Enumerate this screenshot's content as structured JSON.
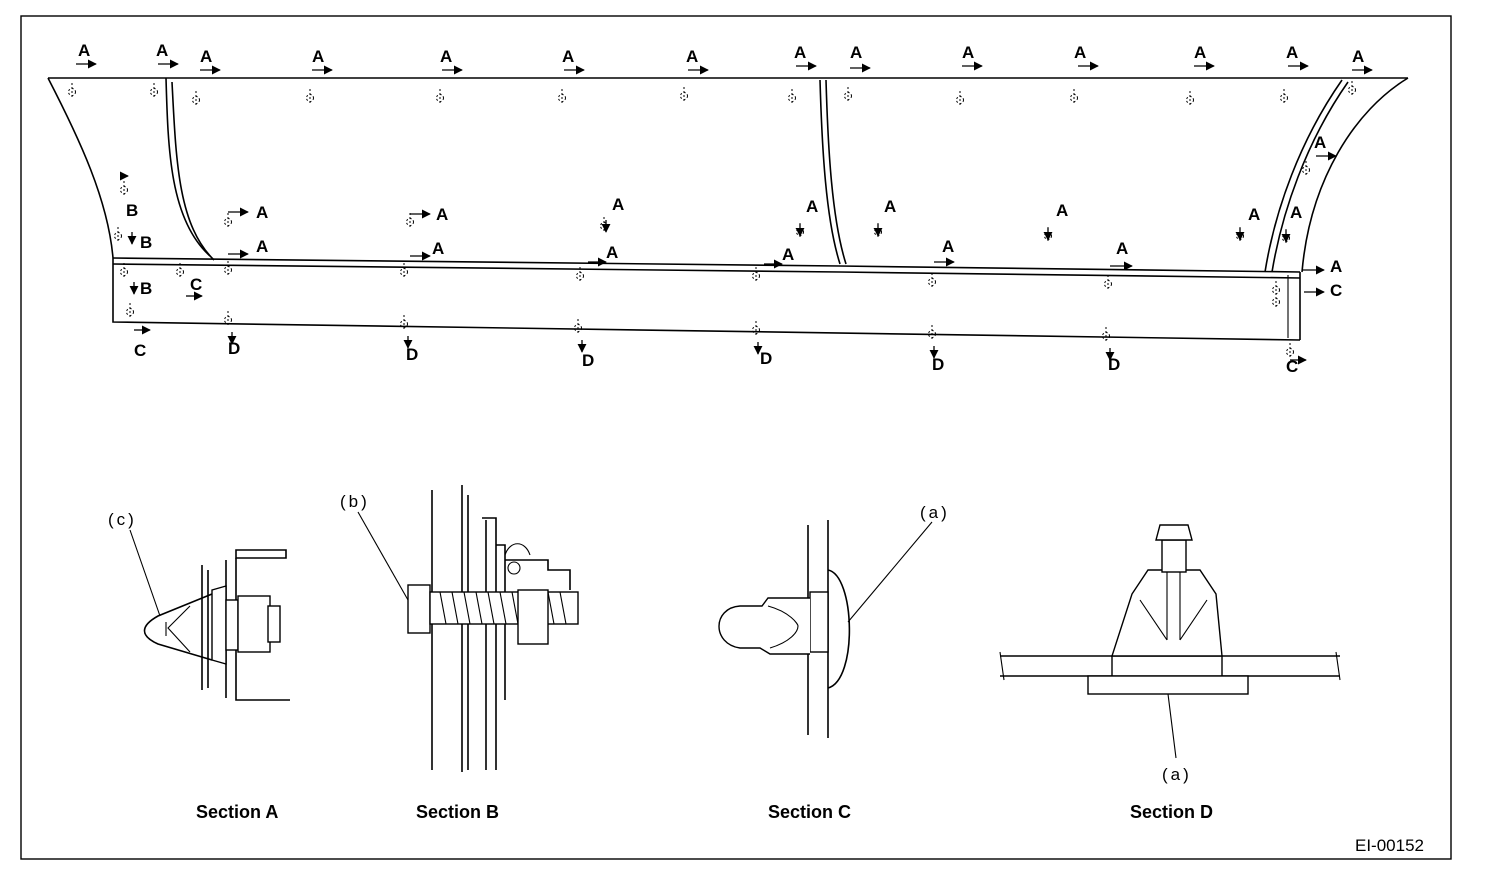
{
  "diagram": {
    "figure_id": "EI-00152",
    "section_captions": {
      "a": "Section A",
      "b": "Section B",
      "c": "Section C",
      "d": "Section D"
    },
    "callouts": {
      "a": "(a)",
      "b": "(b)",
      "c": "(c)"
    },
    "clip_labels": {
      "a": "A",
      "b": "B",
      "c": "C",
      "d": "D"
    }
  }
}
